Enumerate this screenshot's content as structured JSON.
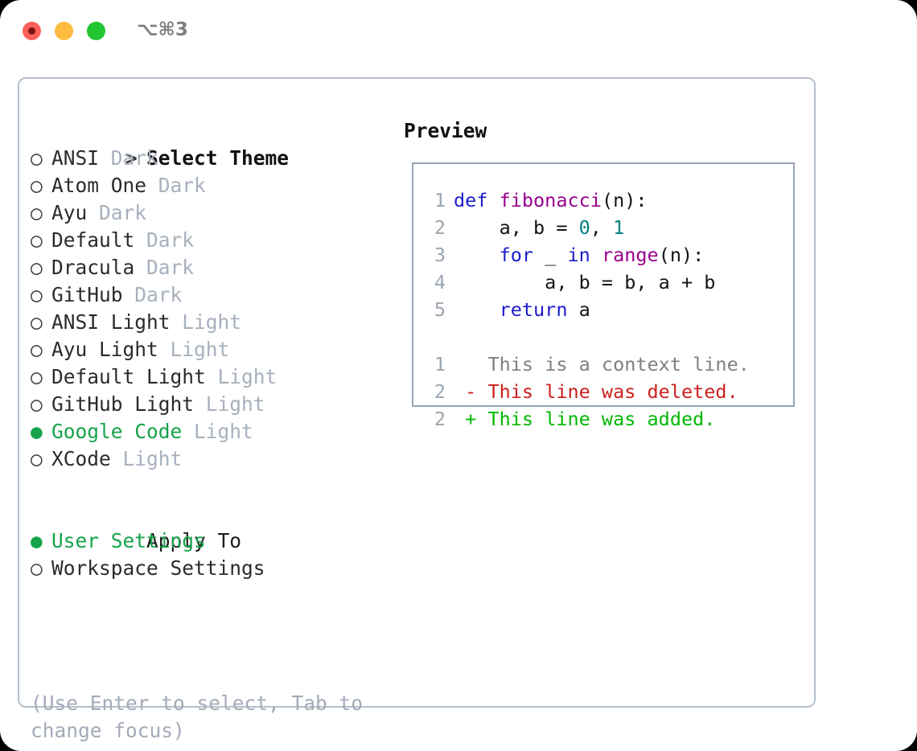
{
  "titlebar": {
    "shortcut": "⌥⌘3",
    "buttons": [
      {
        "name": "close",
        "color": "#fc6058"
      },
      {
        "name": "minimize",
        "color": "#fdbc40"
      },
      {
        "name": "maximize",
        "color": "#22c631"
      }
    ]
  },
  "left": {
    "prompt_marker": ">",
    "prompt_label": "Select Theme",
    "unselected_glyph": "○",
    "selected_glyph": "●",
    "themes": [
      {
        "name": "ANSI",
        "variant": "Dark",
        "selected": false
      },
      {
        "name": "Atom One",
        "variant": "Dark",
        "selected": false
      },
      {
        "name": "Ayu",
        "variant": "Dark",
        "selected": false
      },
      {
        "name": "Default",
        "variant": "Dark",
        "selected": false
      },
      {
        "name": "Dracula",
        "variant": "Dark",
        "selected": false
      },
      {
        "name": "GitHub",
        "variant": "Dark",
        "selected": false
      },
      {
        "name": "ANSI Light",
        "variant": "Light",
        "selected": false
      },
      {
        "name": "Ayu Light",
        "variant": "Light",
        "selected": false
      },
      {
        "name": "Default Light",
        "variant": "Light",
        "selected": false
      },
      {
        "name": "GitHub Light",
        "variant": "Light",
        "selected": false
      },
      {
        "name": "Google Code",
        "variant": "Light",
        "selected": true
      },
      {
        "name": "XCode",
        "variant": "Light",
        "selected": false
      }
    ],
    "apply_to_label": "Apply To",
    "apply_to_options": [
      {
        "name": "User Settings",
        "selected": true
      },
      {
        "name": "Workspace Settings",
        "selected": false
      }
    ],
    "hint": "(Use Enter to select, Tab to\nchange focus)"
  },
  "right": {
    "preview_label": "Preview",
    "code_lines": [
      {
        "number": "1",
        "tokens": [
          {
            "t": "def ",
            "c": "kw"
          },
          {
            "t": "fibonacci",
            "c": "fn"
          },
          {
            "t": "(n):",
            "c": "pl"
          }
        ]
      },
      {
        "number": "2",
        "tokens": [
          {
            "t": "    a, b = ",
            "c": "pl"
          },
          {
            "t": "0",
            "c": "num"
          },
          {
            "t": ", ",
            "c": "pl"
          },
          {
            "t": "1",
            "c": "num"
          }
        ]
      },
      {
        "number": "3",
        "tokens": [
          {
            "t": "    ",
            "c": "pl"
          },
          {
            "t": "for",
            "c": "kw"
          },
          {
            "t": " _ ",
            "c": "pl"
          },
          {
            "t": "in",
            "c": "kw"
          },
          {
            "t": " ",
            "c": "pl"
          },
          {
            "t": "range",
            "c": "fn"
          },
          {
            "t": "(n):",
            "c": "pl"
          }
        ]
      },
      {
        "number": "4",
        "tokens": [
          {
            "t": "        a, b = b, a + b",
            "c": "pl"
          }
        ]
      },
      {
        "number": "5",
        "tokens": [
          {
            "t": "    ",
            "c": "pl"
          },
          {
            "t": "return",
            "c": "kw"
          },
          {
            "t": " a",
            "c": "pl"
          }
        ]
      }
    ],
    "diff_lines": [
      {
        "number": "1",
        "marker": "  ",
        "text": "This is a context line.",
        "kind": "ctx"
      },
      {
        "number": "2",
        "marker": "- ",
        "text": "This line was deleted.",
        "kind": "del"
      },
      {
        "number": "2",
        "marker": "+ ",
        "text": "This line was added.",
        "kind": "add"
      }
    ]
  },
  "colors": {
    "accent_green": "#16a34a",
    "muted": "#a7b0bd",
    "panel_border": "#b6c0cd",
    "preview_border": "#97a3b2",
    "keyword": "#1c1ccc",
    "function": "#99008f",
    "number": "#00807f",
    "diff_context": "#808080",
    "diff_deleted": "#cc1f1f",
    "diff_added": "#00b800"
  }
}
